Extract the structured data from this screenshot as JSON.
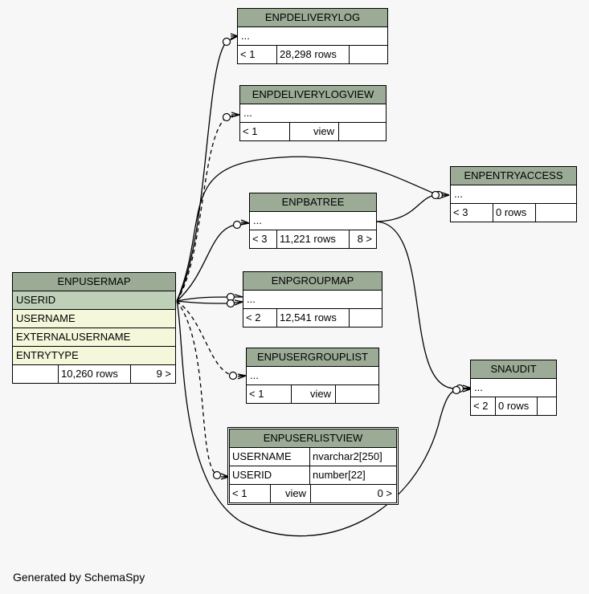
{
  "tables": {
    "enpdeliverylog": {
      "name": "ENPDELIVERYLOG",
      "ellipsis": "...",
      "parents": "< 1",
      "rows": "28,298 rows",
      "children": ""
    },
    "enpdeliverylogview": {
      "name": "ENPDELIVERYLOGVIEW",
      "ellipsis": "...",
      "parents": "< 1",
      "rows": "view",
      "children": ""
    },
    "enpentryaccess": {
      "name": "ENPENTRYACCESS",
      "ellipsis": "...",
      "parents": "< 3",
      "rows": "0 rows",
      "children": ""
    },
    "enpbatree": {
      "name": "ENPBATREE",
      "ellipsis": "...",
      "parents": "< 3",
      "rows": "11,221 rows",
      "children": "8 >"
    },
    "enpusermap": {
      "name": "ENPUSERMAP",
      "columns": [
        "USERID",
        "USERNAME",
        "EXTERNALUSERNAME",
        "ENTRYTYPE"
      ],
      "parents": "",
      "rows": "10,260 rows",
      "children": "9 >"
    },
    "enpgroupmap": {
      "name": "ENPGROUPMAP",
      "ellipsis": "...",
      "parents": "< 2",
      "rows": "12,541 rows",
      "children": ""
    },
    "snaudit": {
      "name": "SNAUDIT",
      "ellipsis": "...",
      "parents": "< 2",
      "rows": "0 rows",
      "children": ""
    },
    "enpusergrouplist": {
      "name": "ENPUSERGROUPLIST",
      "ellipsis": "...",
      "parents": "< 1",
      "rows": "view",
      "children": ""
    },
    "enpuserlistview": {
      "name": "ENPUSERLISTVIEW",
      "columns": [
        {
          "name": "USERNAME",
          "type": "nvarchar2[250]"
        },
        {
          "name": "USERID",
          "type": "number[22]"
        }
      ],
      "parents": "< 1",
      "rows": "view",
      "children": "0 >"
    }
  },
  "footer": {
    "credit": "Generated by SchemaSpy"
  },
  "colors": {
    "header": "#9bab96",
    "primary_key": "#bed1b8",
    "column": "#f4f7da",
    "background": "#f7f7f7"
  }
}
